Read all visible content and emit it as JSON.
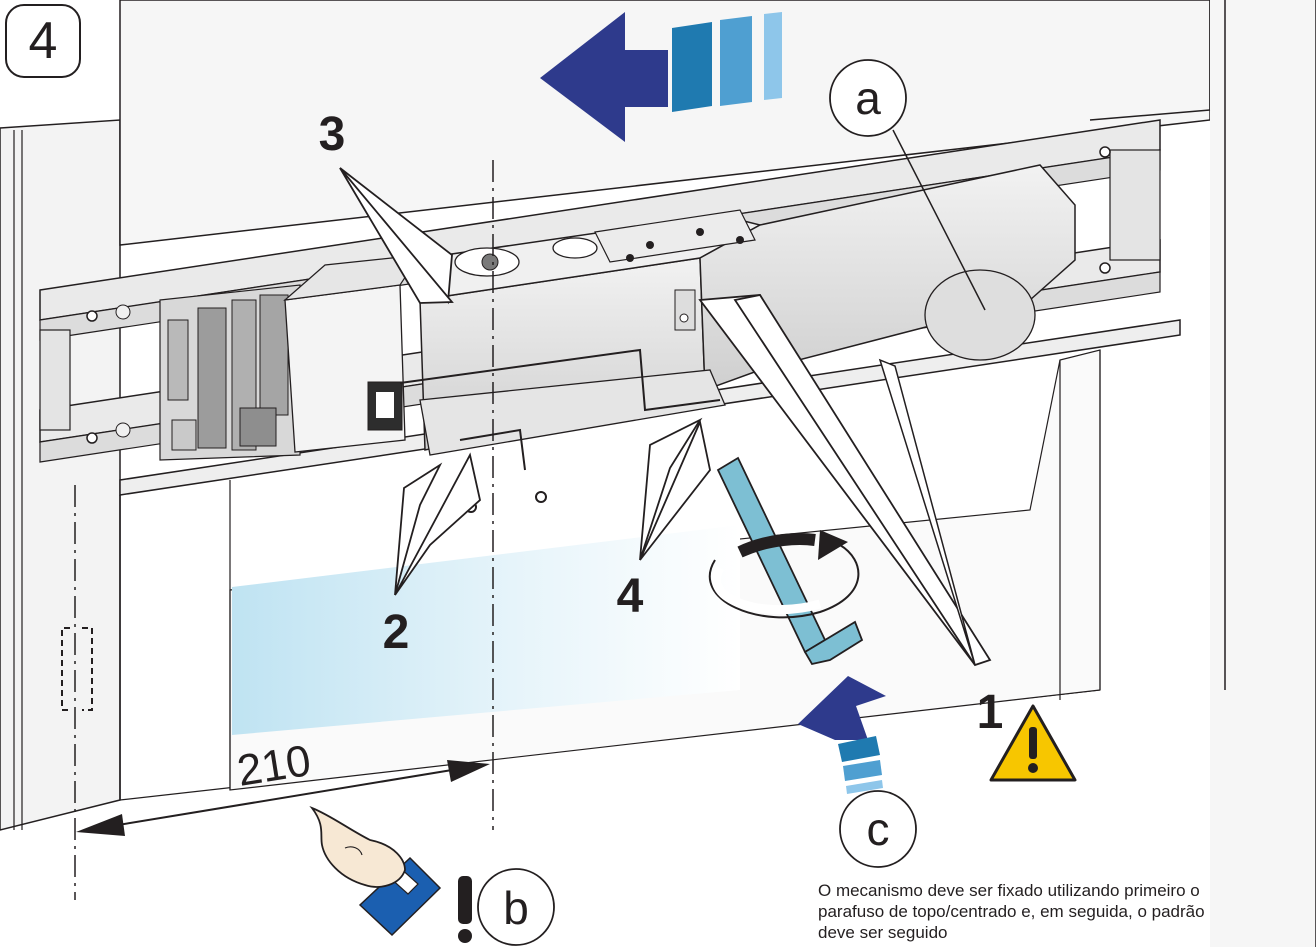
{
  "step_number": "4",
  "callouts": {
    "a": "a",
    "b": "b",
    "c": "c"
  },
  "markers": {
    "m1": "1",
    "m2": "2",
    "m3": "3",
    "m4": "4"
  },
  "dimension": {
    "value": "210"
  },
  "caption": {
    "line1": "O mecanismo deve ser fixado utilizando primeiro o",
    "line2": "parafuso de topo/centrado e, em seguida, o padrão",
    "line3": "deve ser seguido"
  },
  "colors": {
    "arrow_dark": "#2e3a8c",
    "bar_1": "#1f7ab0",
    "bar_2": "#4f9fd1",
    "bar_3": "#8ec6ea",
    "hex_key": "#7dbfd3",
    "warning_yellow": "#f7c600",
    "outline": "#231f20",
    "glass": "#cfe9f4"
  },
  "icons": [
    "warning-icon",
    "pointing-hand-icon",
    "exclamation-icon",
    "rotation-arrow-icon",
    "hex-key-icon",
    "direction-arrow-icon"
  ]
}
